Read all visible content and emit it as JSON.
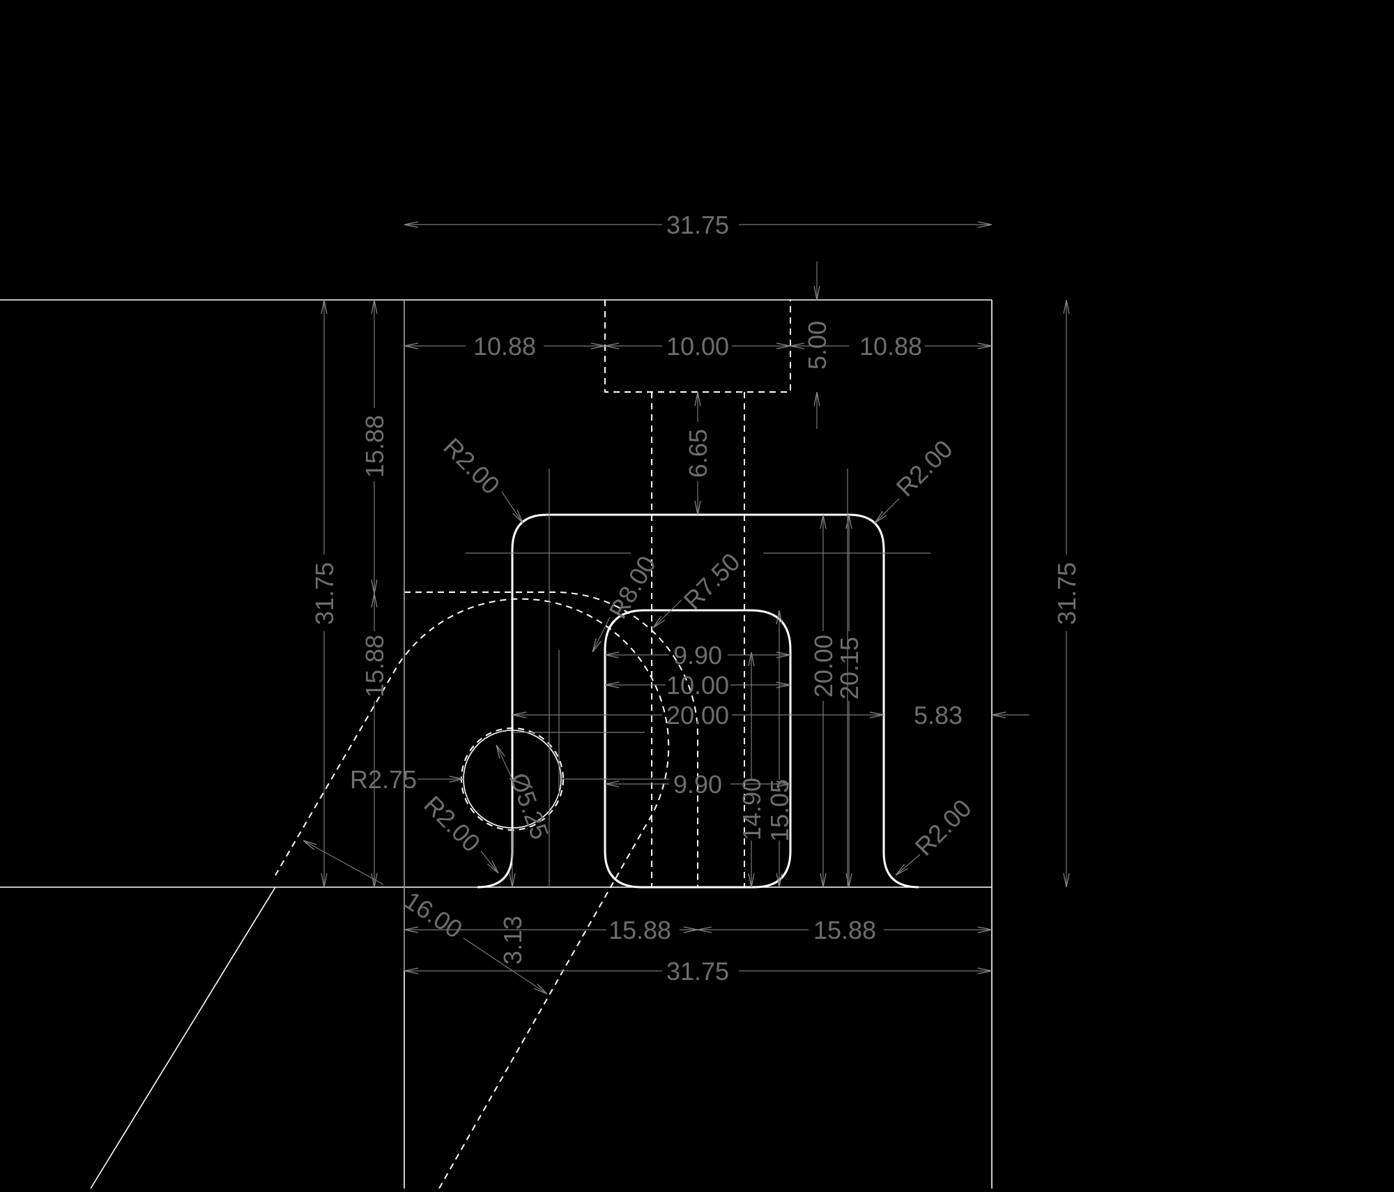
{
  "colors": {
    "background": "#000000",
    "geometry": "#ffffff",
    "dimension": "#6e6e6e"
  },
  "dimensions": {
    "top_width": "31.75",
    "seg_left": "10.88",
    "seg_mid": "10.00",
    "seg_right": "10.88",
    "slot_depth": "5.00",
    "gap": "6.65",
    "r_top_left": "R2.00",
    "r_top_right": "R2.00",
    "r_bottom_left": "R2.00",
    "r_bottom_right": "R2.00",
    "r_outer_arc": "R8.00",
    "r_inner": "R7.50",
    "w_990a": "9.90",
    "w_1000": "10.00",
    "w_2000": "20.00",
    "w_990b": "9.90",
    "h_2000": "20.00",
    "h_2015": "20.15",
    "h_1490": "14.90",
    "h_1505": "15.05",
    "side_gap": "5.83",
    "left_total": "31.75",
    "left_upper": "15.88",
    "left_lower": "15.88",
    "right_total": "31.75",
    "hole_radius": "R2.75",
    "hole_diameter": "Ø5.25",
    "diag_len": "16.00",
    "vert_small": "3.13",
    "bottom_left": "15.88",
    "bottom_right": "15.88",
    "bottom_total": "31.75"
  }
}
